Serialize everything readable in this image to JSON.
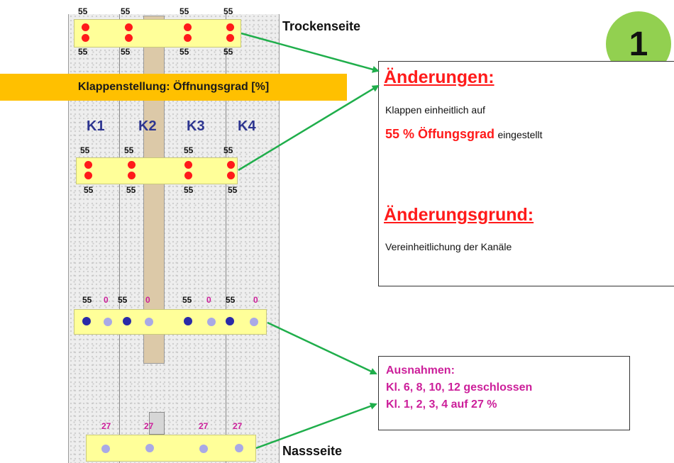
{
  "badge": "1",
  "side_labels": {
    "top": "Trockenseite",
    "bottom": "Nassseite"
  },
  "banner": "Klappenstellung: Öffnungsgrad [%]",
  "channels": [
    "K1",
    "K2",
    "K3",
    "K4"
  ],
  "row1": {
    "top": [
      "55",
      "55",
      "55",
      "55"
    ],
    "bottom": [
      "55",
      "55",
      "55",
      "55"
    ]
  },
  "row2": {
    "top": [
      "55",
      "55",
      "55",
      "55"
    ],
    "bottom": [
      "55",
      "55",
      "55",
      "55"
    ]
  },
  "row3": {
    "values": [
      "55",
      "0",
      "55",
      "0",
      "55",
      "0",
      "55",
      "0"
    ]
  },
  "row4": {
    "values": [
      "27",
      "27",
      "27",
      "27"
    ]
  },
  "info": {
    "heading1": "Änderungen:",
    "line1": "Klappen einheitlich auf",
    "highlight": "55 % Öffungsgrad",
    "suffix": "eingestellt",
    "heading2": "Änderungsgrund:",
    "line2": "Vereinheitlichung der Kanäle"
  },
  "exceptions": {
    "title": "Ausnahmen:",
    "line1": "Kl. 6, 8, 10, 12 geschlossen",
    "line2": "Kl. 1, 2, 3, 4 auf 27 %"
  },
  "colors": {
    "banner": "#ffc000",
    "badge": "#92d050",
    "strip": "#ffff99",
    "red": "#ff1a1a",
    "pink": "#cc1f9a",
    "channel_label": "#2d3590",
    "arrow": "#1fae4b"
  }
}
